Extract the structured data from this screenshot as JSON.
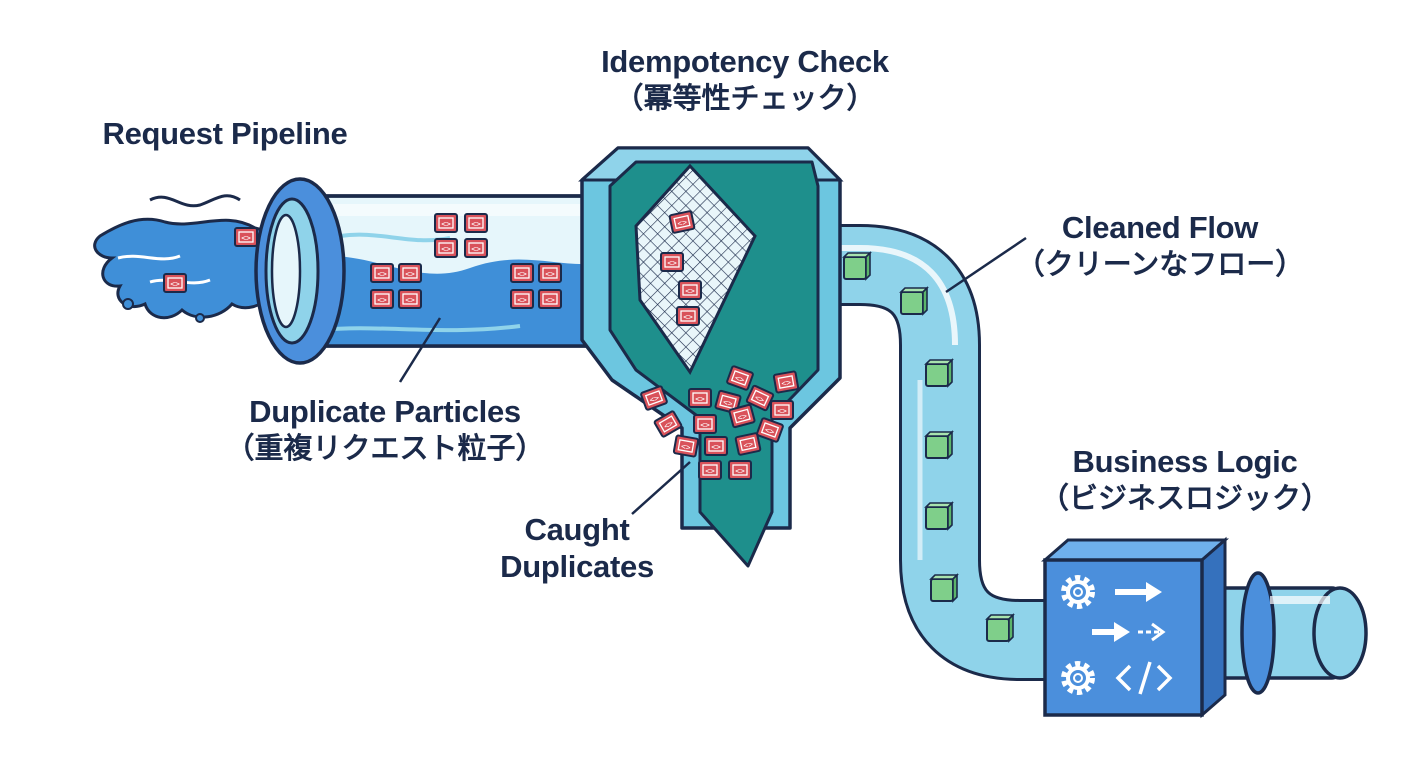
{
  "labels": {
    "request_pipeline": {
      "en": "Request Pipeline"
    },
    "idempotency_check": {
      "en": "Idempotency Check",
      "jp": "（冪等性チェック）"
    },
    "cleaned_flow": {
      "en": "Cleaned Flow",
      "jp": "（クリーンなフロー）"
    },
    "duplicate_particles": {
      "en": "Duplicate Particles",
      "jp": "（重複リクエスト粒子）"
    },
    "caught_duplicates": {
      "en": "Caught",
      "en2": "Duplicates"
    },
    "business_logic": {
      "en": "Business Logic",
      "jp": "（ビジネスロジック）"
    }
  },
  "colors": {
    "outline": "#1b2a4a",
    "pipe_light": "#8fd3ea",
    "pipe_glass": "#e6f6fb",
    "water": "#3f8fd8",
    "filter_body": "#6cc6e0",
    "filter_inner": "#1e8f8c",
    "duplicate_red": "#d9525a",
    "clean_green": "#7fcf8a",
    "box_blue": "#4b8fdc"
  },
  "icons": [
    "gear-icon",
    "arrow-right-icon",
    "dashed-arrow-icon",
    "code-icon"
  ]
}
